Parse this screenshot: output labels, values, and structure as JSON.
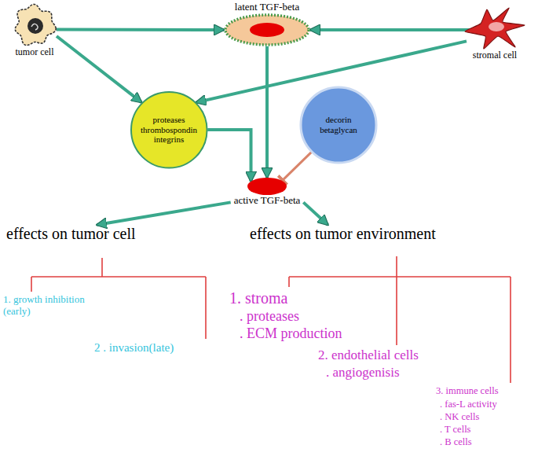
{
  "diagram": {
    "nodes": [
      {
        "text": [
          "tumor cell"
        ]
      },
      {
        "text": [
          "latent TGF-beta"
        ]
      },
      {
        "text": [
          "stromal cell"
        ]
      },
      {
        "text": [
          "proteases thrombospondin integrins"
        ]
      },
      {
        "text": [
          "decorin betaglycan"
        ]
      },
      {
        "text": [
          "active TGF-beta"
        ]
      },
      {
        "text": [
          "effects on tumor cell"
        ]
      },
      {
        "text": [
          "effects on tumor environment"
        ]
      }
    ],
    "edges": [
      {
        "from": 0,
        "to": 1,
        "arrow": "to"
      },
      {
        "from": 2,
        "to": 1,
        "arrow": "to"
      },
      {
        "from": 0,
        "to": 3,
        "arrow": "to"
      },
      {
        "from": 2,
        "to": 3,
        "arrow": "to"
      },
      {
        "from": 1,
        "to": 5,
        "arrow": "to"
      },
      {
        "from": 3,
        "to": 5,
        "arrow": "to"
      },
      {
        "from": 4,
        "to": 5,
        "arrow": "to"
      },
      {
        "from": 5,
        "to": 6,
        "arrow": "to"
      },
      {
        "from": 5,
        "to": 7,
        "arrow": "to"
      }
    ],
    "labels": [
      "1. growth inhibition (early)",
      "2 . invasion(late)",
      "1. stroma",
      ". proteases",
      ". ECM production",
      "2. endothelial cells",
      ". angiogenisis",
      "3. immune cells",
      ". fas-L activity",
      ". NK cells",
      ". T cells",
      ". B cells"
    ]
  }
}
